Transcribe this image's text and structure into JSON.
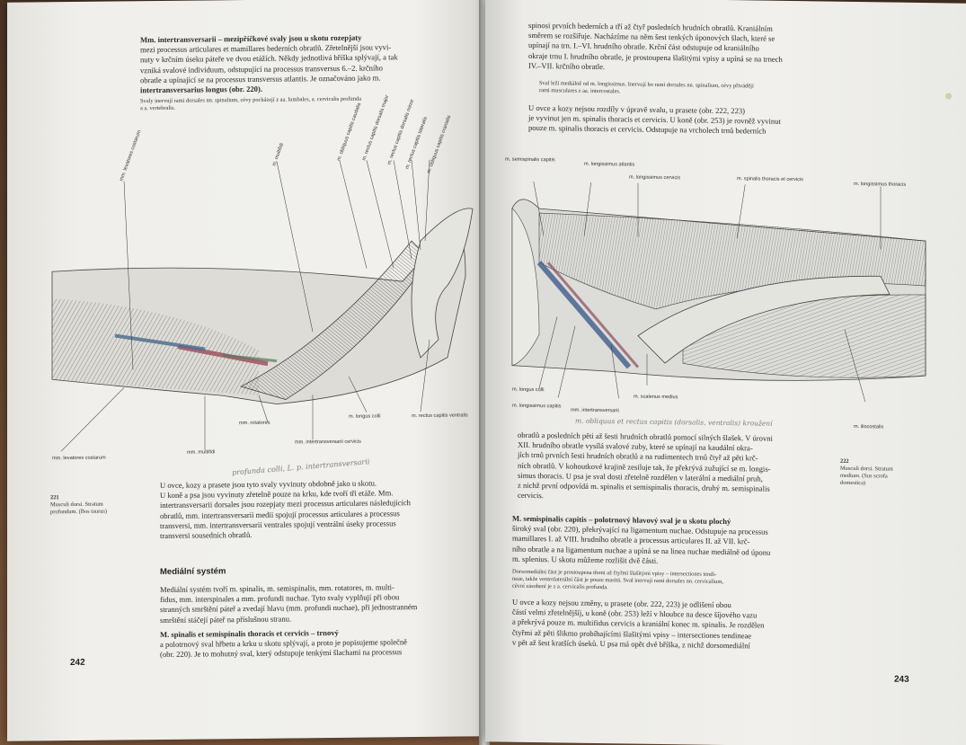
{
  "left_page": {
    "paragraph_top": [
      "Mm. intertransversarii – mezipříčkové svaly jsou u skotu rozepjaty",
      "mezi processus articulares et mamillares bederních obratlů. Zřetelnější jsou vyvi-",
      "nuty v krčním úseku páteře ve dvou etážích. Někdy jednotlivá bříška splývají, a tak",
      "vzniká svalové individuum, odstupující na processus transversus 6.–2. krčního",
      "obratle a upínající se na processus transversus atlantis. Je označováno jako m.",
      "intertransversarius longus (obr. 220)."
    ],
    "small_note": [
      "Svaly inervují rami dorsales nn. spinalium, cévy pocházejí z aa. lumbales, a. cervicalis profunda",
      "a a. vertebralis."
    ],
    "figure_labels_top": [
      "mm. levatores costarum",
      "m. multifidi",
      "m. obliquus capitis caudalis",
      "m. rectus capitis dorsalis major",
      "m. rectus capitis dorsalis minor",
      "m. rectus capitis lateralis",
      "m. obliquus capitis cranialis"
    ],
    "figure_labels_bottom": [
      "mm. levatores costarum",
      "mm. multifidi",
      "mm. rotatores",
      "m. longus colli",
      "m. rectus capitis ventralis",
      "mm. intertransversarii cervicis"
    ],
    "handwritten_note": "profunda colli, L. p. intertransversarii",
    "caption": {
      "num": "221",
      "text": [
        "Musculi dorsi. Stratum",
        "profundum. (Bos taurus)"
      ]
    },
    "paragraph_middle": [
      "U ovce, kozy a prasete jsou tyto svaly vyvinuty obdobně jako u skotu.",
      "U koně a psa jsou vyvinuty zřetelně pouze na krku, kde tvoří tři etáže. Mm.",
      "intertransversarii dorsales jsou rozepjaty mezi processus articulares následujících",
      "obratlů, mm. intertransversarii medii spojují processus articulares a processus",
      "transversi, mm. intertransversarii ventrales spojují ventrální úseky processus",
      "transversi sousedních obratlů."
    ],
    "heading": "Mediální systém",
    "paragraph_system": [
      "Mediální systém tvoří m. spinalis, m. semispinalis, mm. rotatores, m. multi-",
      "fidus, mm. interspinales a mm. profundi nuchae. Tyto svaly vyplňují při obou",
      "stranných smrštění páteř a zvedají hlavu (mm. profundi nuchae), při jednostranném",
      "smrštění stáčejí páteř na příslušnou stranu."
    ],
    "paragraph_bottom": [
      "M. spinalis et semispinalis thoracis et cervicis – trnový",
      "a polotrnový sval hřbetu a krku u skotu splývají, a proto je popisujeme společně",
      "(obr. 220). Je to mohutný sval, který odstupuje tenkými šlachami na processus"
    ],
    "page_number": "242"
  },
  "right_page": {
    "paragraph_top": [
      "spinosi prvních bederních a tří až čtyř posledních hrudních obratlů. Kraniálním",
      "směrem se rozšiřuje. Nacházíme na něm šest tenkých úponových šlach, které se",
      "upínají na trn. I.–VI. hrudního obratle. Krční část odstupuje od kraniálního",
      "okraje trnu I. hrudního obratle, je prostoupena šlašitými vpisy a upíná se na trnech",
      "IV.–VII. krčního obratle."
    ],
    "small_note": [
      "Sval leží mediálně od m. longissimus. Inervují ho rami dorsales nn. spinalium, cévy přivádějí",
      "rami musculares z aa. intercostales."
    ],
    "paragraph_second": [
      "U ovce a kozy nejsou rozdíly v úpravě svalu, u prasete (obr. 222, 223)",
      "je vyvinut jen m. spinalis thoracis et cervicis. U koně (obr. 253) je rovněž vyvinut",
      "pouze m. spinalis thoracis et cervicis. Odstupuje na vrcholech trnů bederních"
    ],
    "figure_labels_top": [
      "m. semispinalis capitis",
      "m. longissimus atlantis",
      "m. longissimus cervicis",
      "m. spinalis thoracis et cervicis",
      "m. longissimus thoracis"
    ],
    "figure_labels_bottom": [
      "m. longus colli",
      "m. longissimus capitis",
      "m. scalenus medius",
      "mm. intertransversarii",
      "m. iliocostalis"
    ],
    "handwritten_note": "m. obliquus et rectus capitis (dorsalis, ventralis) kroužení",
    "caption": {
      "num": "222",
      "text": [
        "Musculi dorsi. Stratum",
        "medium. (Sus scrofa",
        "domestica)"
      ]
    },
    "paragraph_middle": [
      "obratlů a posledních pěti až šesti hrudních obratlů pomocí silných šlašek. V úrovni",
      "XII. hrudního obratle vysílá svalové zuby, které se upínají na kaudální okra-",
      "jích trnů prvních šesti hrudních obratlů a na rudimentech trnů čtyř až pěti krč-",
      "ních obratlů. V kohoutkové krajině zesiluje tak, že překrývá zužující se m. longis-",
      "simus thoracis. U psa je sval dosti zřetelně rozdělen v laterální a mediální pruh,",
      "z nichž první odpovídá m. spinalis et semispinalis thoracis, druhý m. semispinalis",
      "cervicis."
    ],
    "paragraph_capitis": [
      "M. semispinalis capitis – polotrnový hlavový sval je u skotu plochý",
      "široký sval (obr. 220), překrývající na ligamentum nuchae. Odstupuje na processus",
      "mamillares I. až VIII. hrudního obratle a processus articulares II. až VII. krč-",
      "ního obratle a na ligamentum nuchae a upíná se na linea nuchae mediálně od úponu",
      "m. splenius. U skotu můžeme rozlišit dvě části."
    ],
    "small_note_2": [
      "Dorsomediální část je prostoupena třemi až čtyřmi šlašitými vpisy – intersectiones tendi-",
      "neae, takže ventrolaterální část je pouze masitá. Sval inervují rami dorsales nn. cervicalium,",
      "cévní zásobení je z a. cervicalis profunda."
    ],
    "paragraph_bottom": [
      "U ovce a kozy nejsou změny, u prasete (obr. 222, 223) je odlišení obou",
      "částí velmi zřetelnějšíj, u koně (obr. 253) leží v hloubce na desce šíjového vazu",
      "a překrývá pouze m. multifidus cervicis a kraniální konec m. spinalis. Je rozdělen",
      "čtyřmi až pěti šlikmo probíhajícími šlašitými vpisy – intersectiones tendineae",
      "v pět až šest kratších úseků. U psa má opět dvě bříška, z nichž dorsomediální"
    ],
    "page_number": "243"
  },
  "colors": {
    "page": "#efeee9",
    "ink": "#2a2a2a",
    "background": "#5a3e2b",
    "figure_tissue": "#dcdcd8",
    "muscle_line": "#555555"
  }
}
